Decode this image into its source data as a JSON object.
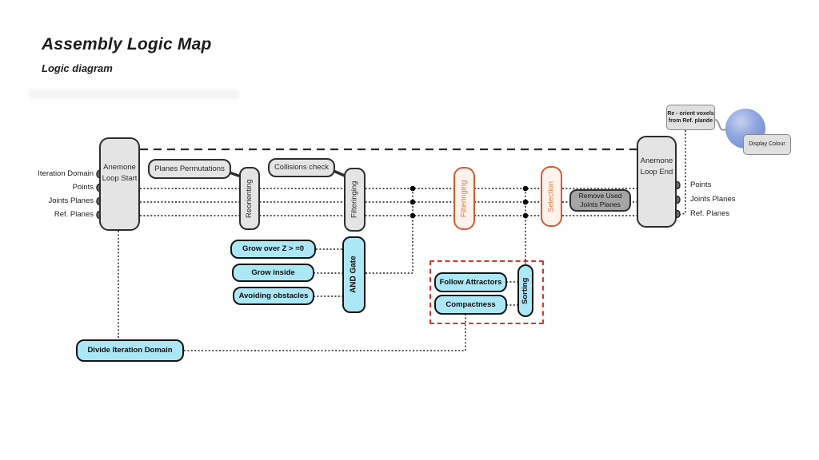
{
  "title": "Assembly Logic Map",
  "subtitle": "Logic diagram",
  "colors": {
    "gray_fill": "#e4e4e4",
    "gray_border": "#2e2e2e",
    "cyan_fill": "#ace7f6",
    "cyan_border": "#151515",
    "orange_fill": "#fdf2ec",
    "orange_border": "#cf5c33",
    "orange_text": "#d57a50",
    "darkgray_fill": "#a5a5a5",
    "red_dash": "#e03030",
    "sphere_blue": "#7e97d6"
  },
  "nodes": {
    "loop_start": {
      "label": "Anemone Loop Start"
    },
    "planes_permutations": {
      "label": "Planes Permutations"
    },
    "reorienting": {
      "label": "Reorienting"
    },
    "collisions_check": {
      "label": "Collisions check"
    },
    "filtering_1": {
      "label": "Filteringing"
    },
    "and_gate": {
      "label": "AND Gate"
    },
    "grow_over_z": {
      "label": "Grow over Z > =0"
    },
    "grow_inside": {
      "label": "Grow inside"
    },
    "avoiding_obstacles": {
      "label": "Avoiding obstacles"
    },
    "filtering_2": {
      "label": "Filteringing"
    },
    "selection": {
      "label": "Selection"
    },
    "remove_used": {
      "label": "Remove Used Joints Planes"
    },
    "loop_end": {
      "label": "Anemone Loop End"
    },
    "reorient_voxels": {
      "label": "Re - orient voxels from Ref. plande"
    },
    "display_colour": {
      "label": "Display Colour"
    },
    "follow_attractors": {
      "label": "Follow Attractors"
    },
    "compactness": {
      "label": "Compactness"
    },
    "sorting": {
      "label": "Sorting"
    },
    "divide_iteration_domain": {
      "label": "Divide Iteration Domain"
    }
  },
  "io": {
    "left": [
      "Iteration Domain",
      "Points",
      "Joints Planes",
      "Ref. Planes"
    ],
    "right": [
      "Points",
      "Joints Planes",
      "Ref. Planes"
    ]
  }
}
